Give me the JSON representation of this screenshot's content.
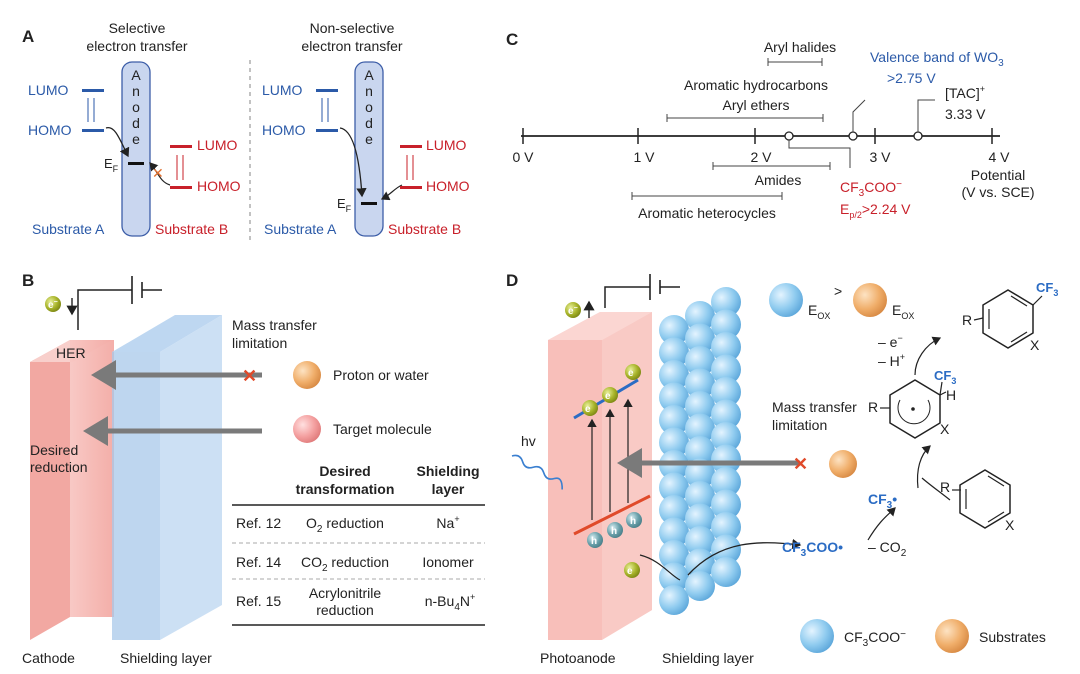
{
  "panels": {
    "a": {
      "label": "A",
      "left_title_1": "Selective",
      "left_title_2": "electron transfer",
      "right_title_1": "Non-selective",
      "right_title_2": "electron transfer",
      "anode_letters": [
        "A",
        "n",
        "o",
        "d",
        "e"
      ],
      "lumo": "LUMO",
      "homo": "HOMO",
      "ef": "E",
      "ef_sub": "F",
      "substrate_a": "Substrate A",
      "substrate_b": "Substrate B"
    },
    "b": {
      "label": "B",
      "mass_transfer_1": "Mass transfer",
      "mass_transfer_2": "limitation",
      "her": "HER",
      "desired_1": "Desired",
      "desired_2": "reduction",
      "proton": "Proton or water",
      "target": "Target molecule",
      "cathode": "Cathode",
      "shielding": "Shielding layer",
      "electron": "e",
      "table": {
        "head_transformation_1": "Desired",
        "head_transformation_2": "transformation",
        "head_layer_1": "Shielding",
        "head_layer_2": "layer",
        "rows": [
          {
            "ref": "Ref. 12",
            "trans_pre": "O",
            "trans_sub": "2",
            "trans_post": " reduction",
            "layer": "Na",
            "layer_sup": "+",
            "layer_sub": ""
          },
          {
            "ref": "Ref. 14",
            "trans_pre": "CO",
            "trans_sub": "2",
            "trans_post": " reduction",
            "layer": "Ionomer",
            "layer_sup": "",
            "layer_sub": ""
          },
          {
            "ref": "Ref. 15",
            "trans_pre": "Acrylonitrile",
            "trans_sub": "",
            "trans_post": "reduction",
            "layer": "n-Bu",
            "layer_sup": "+",
            "layer_sub": "4"
          }
        ],
        "row3_layer_tail": "N"
      }
    },
    "c": {
      "label": "C",
      "ticks": [
        "0 V",
        "1 V",
        "2 V",
        "3 V",
        "4 V"
      ],
      "potential_1": "Potential",
      "potential_2": "(V vs. SCE)",
      "aryl_halides": "Aryl halides",
      "aromatic_hc": "Aromatic hydrocarbons",
      "aryl_ethers": "Aryl ethers",
      "amides": "Amides",
      "aromatic_het": "Aromatic heterocycles",
      "wo3_1": "Valence band of WO",
      "wo3_sub": "3",
      "wo3_2": ">2.75 V",
      "tac_1": "[TAC]",
      "tac_sup": "+",
      "tac_2": "3.33 V",
      "cf3coo_1": "CF",
      "cf3coo_sub": "3",
      "cf3coo_2": "COO",
      "cf3coo_sup": "−",
      "ep_1": "E",
      "ep_sub": "p/2",
      "ep_2": ">2.24 V"
    },
    "d": {
      "label": "D",
      "photoanode": "Photoanode",
      "shielding": "Shielding layer",
      "hv": "hv",
      "mass_transfer_1": "Mass transfer",
      "mass_transfer_2": "limitation",
      "eox": "E",
      "eox_sub": "OX",
      "gt": ">",
      "electron": "e",
      "hole": "h",
      "minus_e": "– e",
      "minus_h": "– H",
      "r": "R",
      "x": "X",
      "h": "H",
      "cf3_1": "CF",
      "cf3_sub": "3",
      "cf3coo_radical": "COO•",
      "cf3_radical": "•",
      "minus_co2_1": "– CO",
      "minus_co2_sub": "2",
      "legend_cf3coo_1": "CF",
      "legend_cf3coo_sub": "3",
      "legend_cf3coo_2": "COO",
      "legend_cf3coo_sup": "−",
      "legend_substrates": "Substrates"
    }
  },
  "colors": {
    "blue_text": "#2b5aa8",
    "red_text": "#c8202a",
    "cathode_pink": "#f5b3ae",
    "shield_blue": "#9cc3e8",
    "sphere_blue": "#8cc8ee",
    "sphere_orange": "#eeaa66",
    "electron_green": "#9aa820"
  }
}
